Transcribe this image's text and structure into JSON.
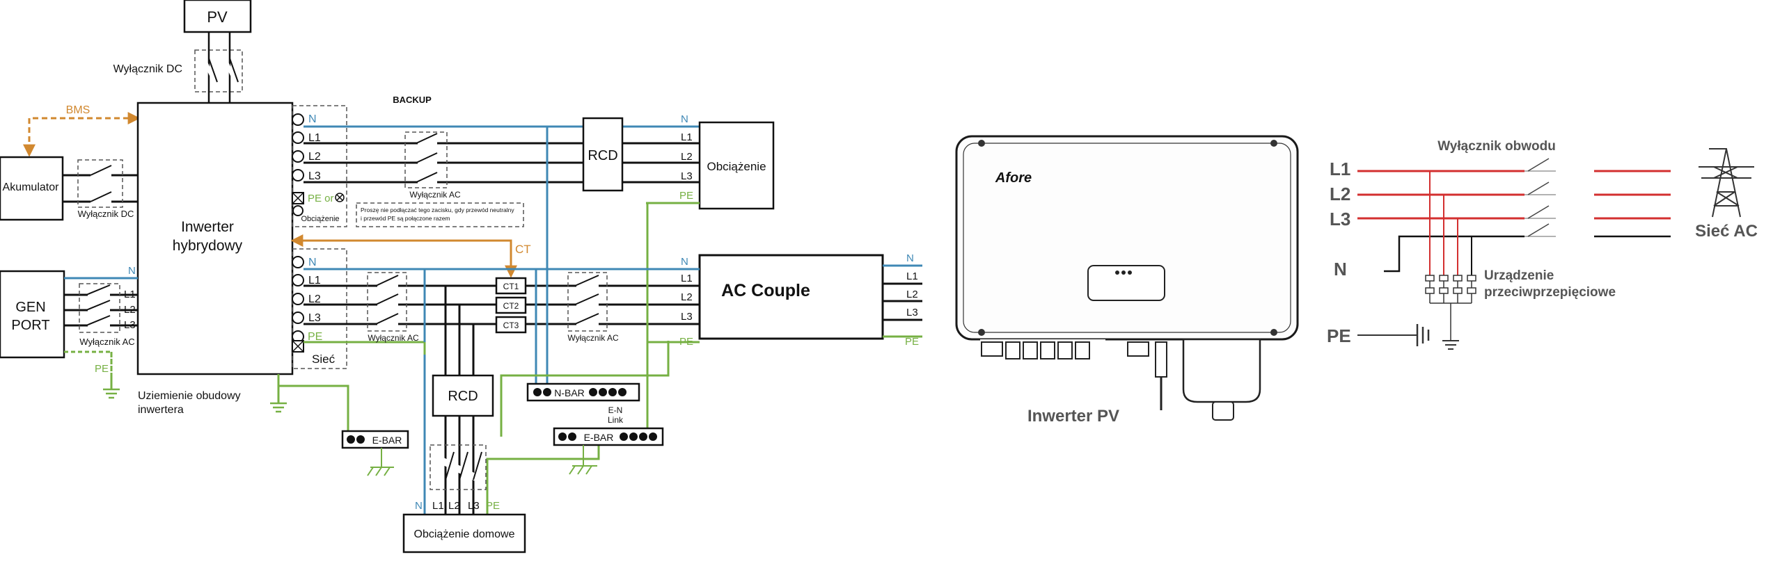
{
  "labels": {
    "pv": "PV",
    "dc_switch_top": "Wyłącznik DC",
    "bms": "BMS",
    "battery": "Akumulator",
    "dc_switch_batt": "Wyłącznik DC",
    "backup": "BACKUP",
    "hybrid_inverter_1": "Inwerter",
    "hybrid_inverter_2": "hybrydowy",
    "gen_port_1": "GEN",
    "gen_port_2": "PORT",
    "ac_switch_gen": "Wyłącznik AC",
    "ac_switch_backup": "Wyłącznik AC",
    "ac_switch_grid": "Wyłącznik AC",
    "ac_switch_couple": "Wyłącznik AC",
    "rcd_top": "RCD",
    "rcd_bottom": "RCD",
    "load": "Obciążenie",
    "load_small": "Obciążenie",
    "note_line1": "Proszę nie podłączać tego zacisku, gdy przewód neutralny",
    "note_line2": "i przewód PE są połączone razem",
    "pe_or": "PE or",
    "ct": "CT",
    "ct1": "CT1",
    "ct2": "CT2",
    "ct3": "CT3",
    "grid": "Sieć",
    "ac_couple": "AC Couple",
    "nbar": "N-BAR",
    "ebar": "E-BAR",
    "en_link_1": "E-N",
    "en_link_2": "Link",
    "grounding_1": "Uziemienie obudowy",
    "grounding_2": "inwertera",
    "home_load": "Obciążenie domowe",
    "pv_inverter": "Inwerter PV",
    "brand": "Afore",
    "circuit_breaker": "Wyłącznik obwodu",
    "surge_1": "Urządzenie",
    "surge_2": "przeciwprzepięciowe",
    "ac_grid": "Sieć AC",
    "n": "N",
    "l1": "L1",
    "l2": "L2",
    "l3": "L3",
    "pe": "PE"
  },
  "colors": {
    "neutral": "#3f88b5",
    "phase": "#111111",
    "earth": "#76b043",
    "signal": "#d1882f",
    "phase_right": "#d32f2f"
  }
}
